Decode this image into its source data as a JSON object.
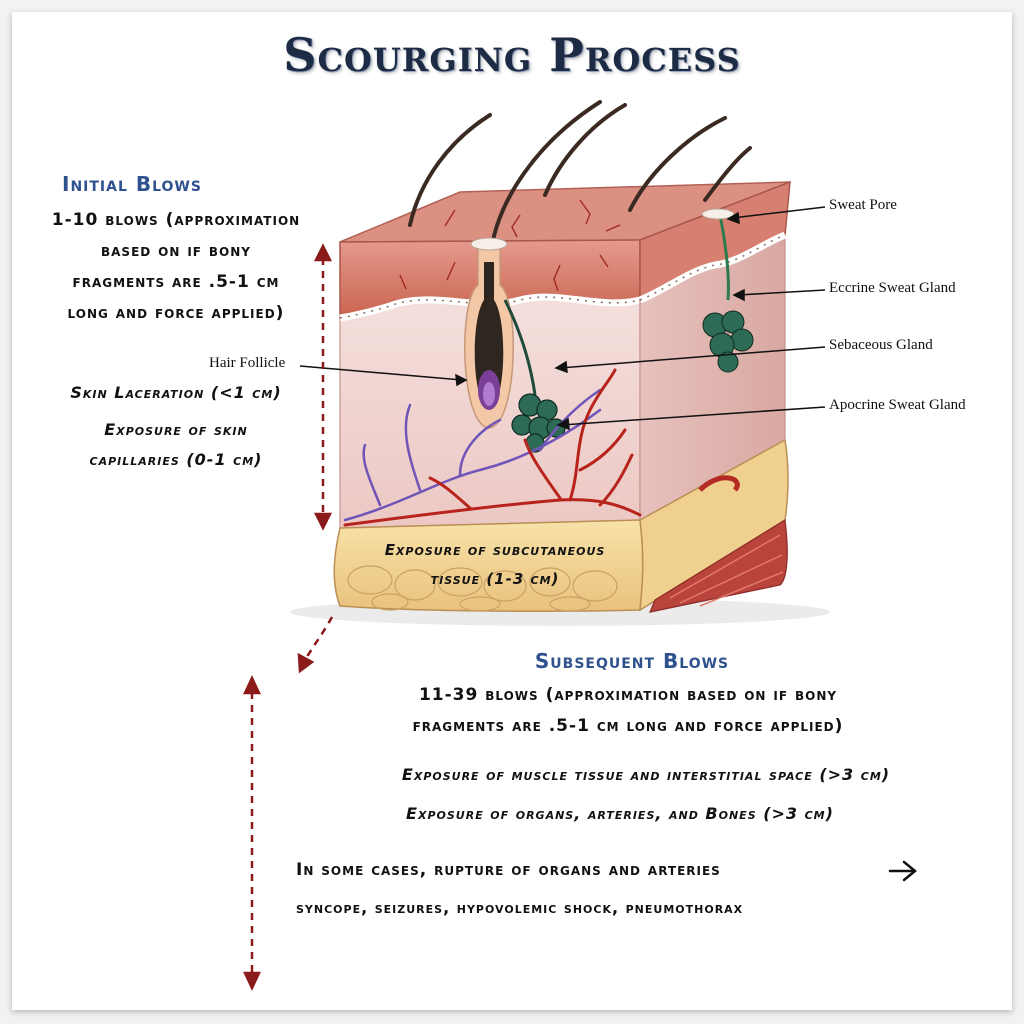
{
  "title": "Scourging Process",
  "initial": {
    "heading": "Initial Blows",
    "lines": [
      "1-10 blows (approximation",
      "based on if bony",
      "fragments are .5-1 cm",
      "long and force applied)"
    ],
    "laceration": "Skin Laceration (<1 cm)",
    "capillaries": [
      "Exposure of skin",
      "capillaries (0-1 cm)"
    ]
  },
  "subcutaneous": [
    "Exposure of subcutaneous",
    "tissue (1-3 cm)"
  ],
  "labels": {
    "hair_follicle": "Hair Follicle",
    "sweat_pore": "Sweat Pore",
    "eccrine": "Eccrine Sweat Gland",
    "sebaceous": "Sebaceous Gland",
    "apocrine": "Apocrine Sweat Gland"
  },
  "subsequent": {
    "heading": "Subsequent Blows",
    "lines": [
      "11-39 blows (approximation based on if bony",
      "fragments are .5-1 cm long and force applied)"
    ],
    "muscle": "Exposure of muscle tissue and interstitial space (>3 cm)",
    "organs": "Exposure of organs, arteries, and Bones (>3 cm)",
    "rupture": "In some cases, rupture of organs and arteries",
    "effects": "syncope, seizures, hypovolemic shock, pneumothorax"
  }
}
